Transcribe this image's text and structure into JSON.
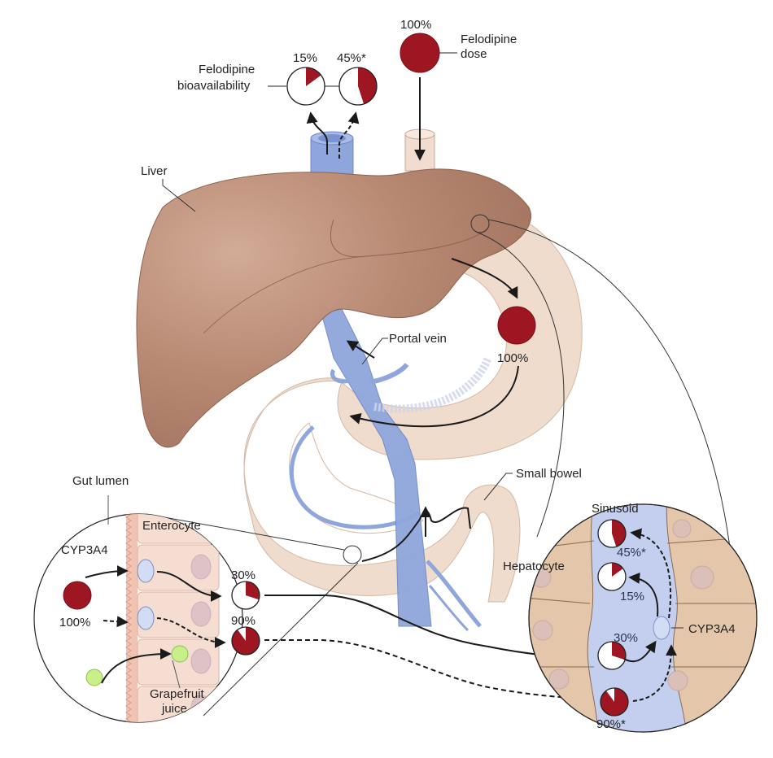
{
  "title": "Felodipine first-pass metabolism and grapefruit juice interaction",
  "colors": {
    "drug": "#9e1622",
    "liver": "#b07e67",
    "liver_light": "#c9a08a",
    "bowel": "#f0dccd",
    "vein": "#8fa6dc",
    "vein_dark": "#6f88c9",
    "sinusoid": "#c4cff0",
    "hepatocyte": "#e4c7aa",
    "nucleus": "#d8b9b8",
    "enterocyte": "#f6ddd2",
    "cyp": "#d2dcf5",
    "grapefruit": "#c8ef8a",
    "line": "#1a1a1a"
  },
  "labels": {
    "liver": "Liver",
    "portal_vein": "Portal vein",
    "small_bowel": "Small bowel",
    "gut_lumen": "Gut lumen",
    "enterocyte": "Enterocyte",
    "cyp3a4_gut": "CYP3A4",
    "grapefruit_juice_line1": "Grapefruit",
    "grapefruit_juice_line2": "juice",
    "sinusoid": "Sinusoid",
    "hepatocyte": "Hepatocyte",
    "cyp3a4_liver": "CYP3A4",
    "bioavailability_line1": "Felodipine",
    "bioavailability_line2": "bioavailability",
    "dose_line1": "Felodipine",
    "dose_line2": "dose"
  },
  "values": {
    "dose_pct": "100%",
    "bowel_pct": "100%",
    "gut_input_pct": "100%",
    "gut_out_normal_pct": "30%",
    "gut_out_grapefruit_pct": "90%",
    "liver_in_normal_pct": "30%",
    "liver_in_grapefruit_pct": "90%*",
    "liver_out_normal_pct": "15%",
    "liver_out_grapefruit_pct": "45%*",
    "bioavail_normal_pct": "15%",
    "bioavail_grapefruit_pct": "45%*"
  },
  "pies": {
    "bioavail_normal": 0.15,
    "bioavail_grapefruit": 0.45,
    "gut_out_normal": 0.3,
    "gut_out_grapefruit": 0.9,
    "liver_in_normal": 0.3,
    "liver_in_grapefruit": 0.9,
    "liver_out_normal": 0.15,
    "liver_out_grapefruit": 0.45
  }
}
